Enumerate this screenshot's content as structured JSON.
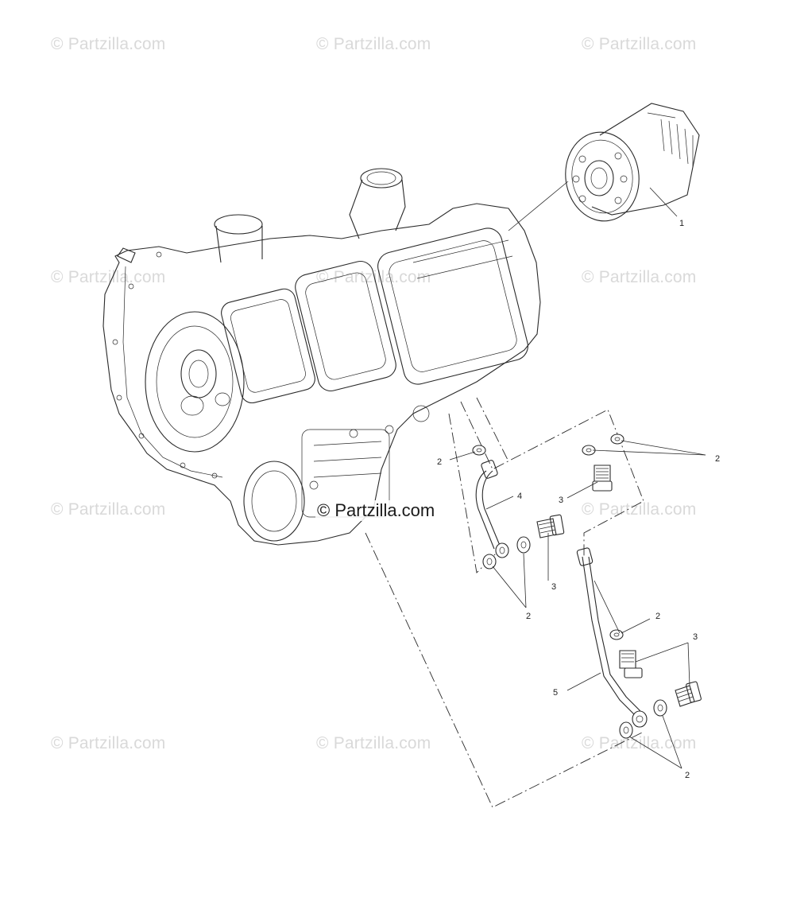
{
  "watermark": {
    "text": "© Partzilla.com",
    "center_text": "© Partzilla.com"
  },
  "callouts": {
    "part_1": "1",
    "part_2_a": "2",
    "part_2_b": "2",
    "part_2_c": "2",
    "part_2_d": "2",
    "part_2_e": "2",
    "part_3_a": "3",
    "part_3_b": "3",
    "part_3_c": "3",
    "part_4": "4",
    "part_5": "5"
  },
  "icons": {
    "engine": "engine-crankcase-icon",
    "filter": "oil-filter-icon",
    "washer": "washer-icon",
    "bolt": "banjo-bolt-icon",
    "pipe": "oil-pipe-icon"
  }
}
